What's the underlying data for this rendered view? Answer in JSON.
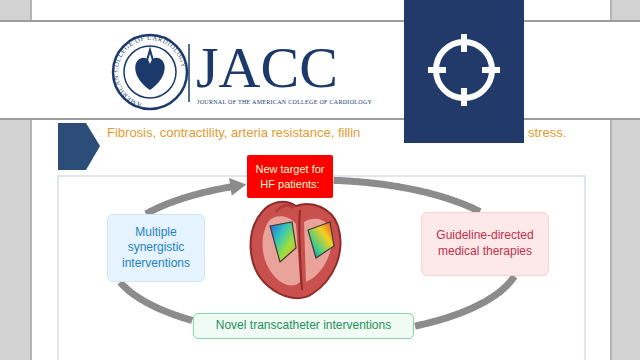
{
  "diagram": {
    "nodes": [
      {
        "text": [
          "New target for HF patients:"
        ]
      },
      {
        "text": [
          "Multiple synergistic interventions"
        ]
      },
      {
        "text": [
          "Guideline-directed medical therapies"
        ]
      },
      {
        "text": [
          "Novel transcatheter interventions"
        ]
      }
    ],
    "edges": [
      {
        "from": 1,
        "to": 0,
        "arrow": "to"
      },
      {
        "from": 0,
        "to": 2,
        "arrow": "none"
      },
      {
        "from": 2,
        "to": 3,
        "arrow": "none"
      },
      {
        "from": 3,
        "to": 1,
        "arrow": "none"
      }
    ],
    "labels": [
      "AMERICAN COLLEGE OF CARDIOLOGY",
      "JACC",
      "JOURNAL OF THE AMERICAN COLLEGE OF CARDIOLOGY",
      "Fibrosis, contractility, arteria resistance, fillin",
      "stress."
    ]
  }
}
